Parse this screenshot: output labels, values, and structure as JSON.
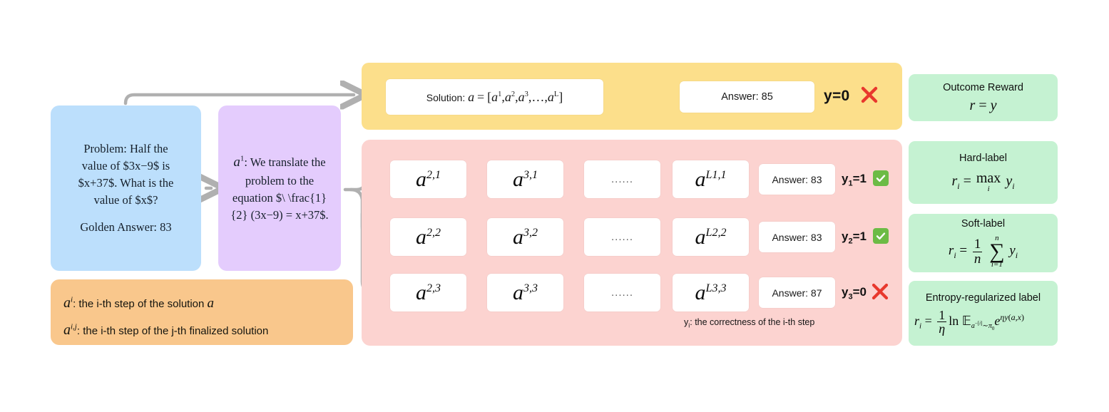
{
  "left": {
    "problem": {
      "lines": [
        "Problem: Half the",
        "value of $3x−9$ is",
        "$x+37$. What is the",
        "value of $x$?"
      ],
      "golden": "Golden Answer: 83"
    },
    "step": {
      "symbol": "a",
      "superscript": "1",
      "text": ": We translate the problem to the equation $\\ \\frac{1}{2} (3x−9) = x+37$."
    },
    "legend": {
      "line1_symbol": "a",
      "line1_sup": "i",
      "line1_text": ": the i-th step of the solution",
      "line1_tail": "a",
      "line2_symbol": "a",
      "line2_sup": "i,j",
      "line2_text": ": the i-th step of the j-th finalized solution"
    }
  },
  "outcome_band": {
    "solution_prefix": "Solution:",
    "solution_var": "a",
    "solution_eq": "=",
    "solution_list": [
      "a1",
      "a2",
      "a3",
      "…",
      "aL"
    ],
    "answer_label": "Answer: 85",
    "y_label": "y=0",
    "status_icon": "cross-icon",
    "bg_color": "#fcdf8b"
  },
  "process_band": {
    "bg_color": "#fcd3d0",
    "rows": [
      {
        "steps": [
          {
            "base": "a",
            "sup": "2,1"
          },
          {
            "base": "a",
            "sup": "3,1"
          },
          {
            "dots": "......"
          },
          {
            "base": "a",
            "sup": "L1,1"
          }
        ],
        "answer": "Answer: 83",
        "y_label": "y",
        "y_sub": "1",
        "y_value": "=1",
        "status_icon": "check-icon"
      },
      {
        "steps": [
          {
            "base": "a",
            "sup": "2,2"
          },
          {
            "base": "a",
            "sup": "3,2"
          },
          {
            "dots": "......"
          },
          {
            "base": "a",
            "sup": "L2,2"
          }
        ],
        "answer": "Answer: 83",
        "y_label": "y",
        "y_sub": "2",
        "y_value": "=1",
        "status_icon": "check-icon"
      },
      {
        "steps": [
          {
            "base": "a",
            "sup": "2,3"
          },
          {
            "base": "a",
            "sup": "3,3"
          },
          {
            "dots": "......"
          },
          {
            "base": "a",
            "sup": "L3,3"
          }
        ],
        "answer": "Answer: 87",
        "y_label": "y",
        "y_sub": "3",
        "y_value": "=0",
        "status_icon": "cross-icon"
      }
    ],
    "caption_prefix": "y",
    "caption_sub": "i",
    "caption_text": ": the correctness of the i-th step"
  },
  "reward_boxes": [
    {
      "title": "Outcome Reward",
      "formula_text": "r = y"
    },
    {
      "title": "Hard-label",
      "formula_text": "r_i = max_i y_i"
    },
    {
      "title": "Soft-label",
      "formula_text": "r_i = (1/n) sum_{i=1}^{n} y_i"
    },
    {
      "title": "Entropy-regularized label",
      "formula_text": "r_i = (1/η) ln E_{a^{-[i]} ~ π0} e^{η y(a,x)}"
    }
  ],
  "colors": {
    "problem_blue": "#bcdffc",
    "step_purple": "#e4ccfd",
    "legend_orange": "#f9c78c",
    "outcome_yellow": "#fcdf8b",
    "process_pink": "#fcd3d0",
    "reward_green": "#c5f2d2",
    "check_green": "#6cbb45",
    "cross_red": "#e8382d",
    "arrow_gray": "#b0b0b0"
  }
}
